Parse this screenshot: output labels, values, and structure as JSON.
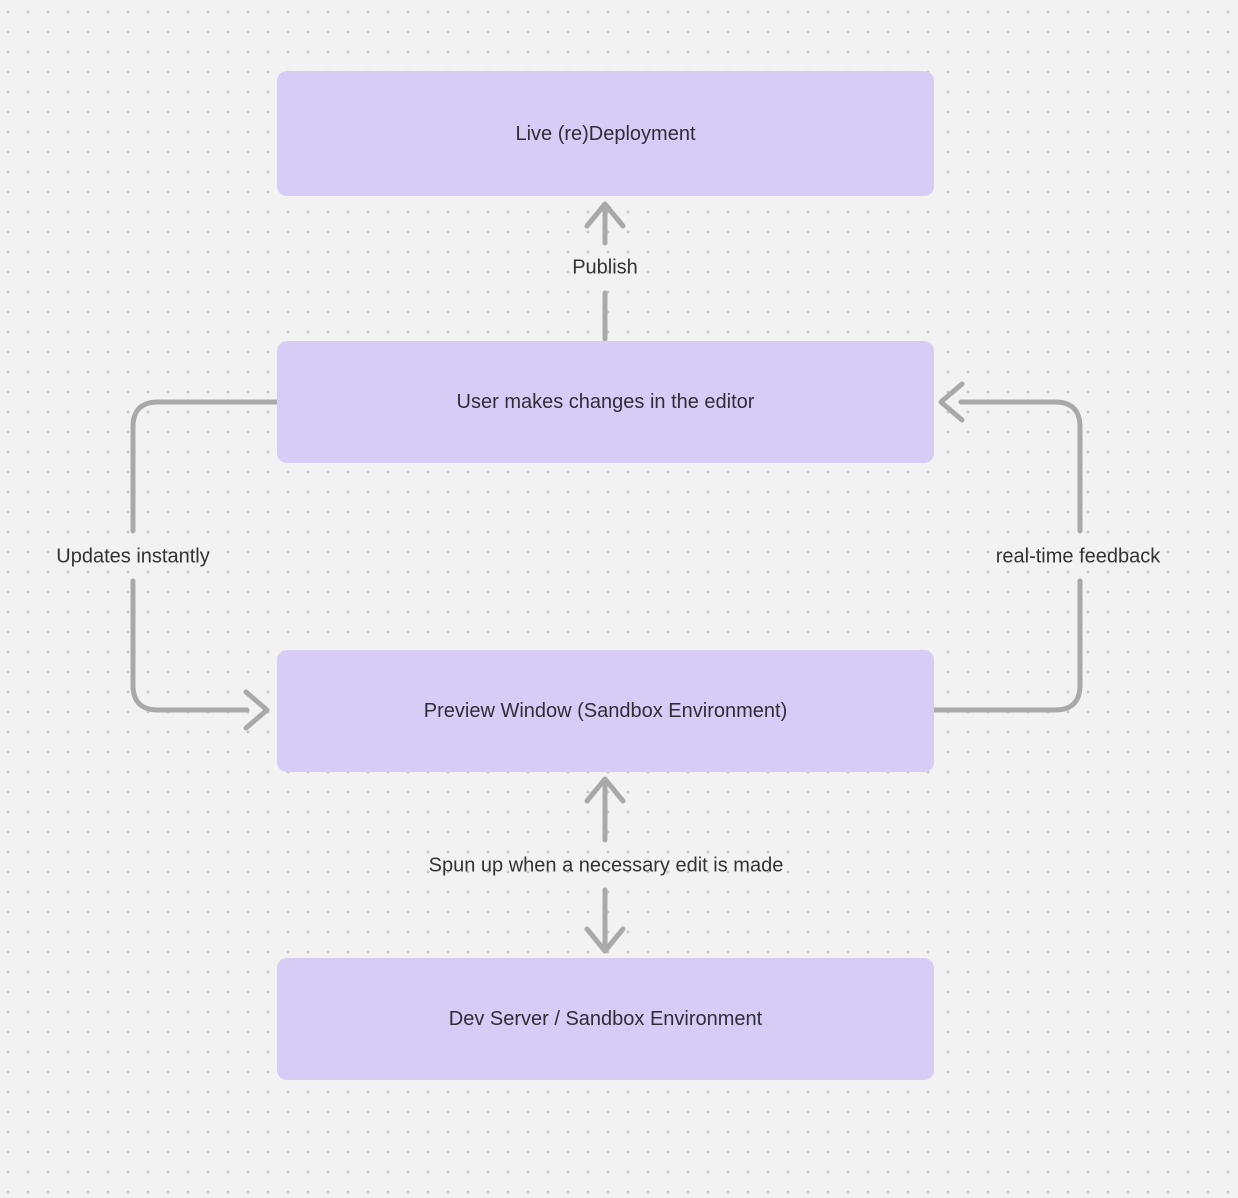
{
  "canvas": {
    "background_color": "#f2f2f2",
    "dot_color": "#c7c7c8",
    "node_fill_color": "#d7ccf6",
    "node_text_color": "#2e2e38",
    "edge_color": "#a9a9aa",
    "edge_label_color": "#333336"
  },
  "diagram": {
    "nodes": [
      {
        "id": "live-redeployment",
        "label": "Live (re)Deployment"
      },
      {
        "id": "user-changes",
        "label": "User makes changes in the editor"
      },
      {
        "id": "preview-window",
        "label": "Preview Window (Sandbox Environment)"
      },
      {
        "id": "dev-server",
        "label": "Dev Server / Sandbox Environment"
      }
    ],
    "edges": [
      {
        "id": "publish",
        "label": "Publish",
        "from": "user-changes",
        "to": "live-redeployment",
        "bidirectional": false
      },
      {
        "id": "updates-instantly",
        "label": "Updates instantly",
        "from": "user-changes",
        "to": "preview-window",
        "bidirectional": false
      },
      {
        "id": "real-time-feedback",
        "label": "real-time feedback",
        "from": "preview-window",
        "to": "user-changes",
        "bidirectional": false
      },
      {
        "id": "spun-up",
        "label": "Spun up when a necessary edit is made",
        "from": "dev-server",
        "to": "preview-window",
        "bidirectional": true
      }
    ]
  }
}
